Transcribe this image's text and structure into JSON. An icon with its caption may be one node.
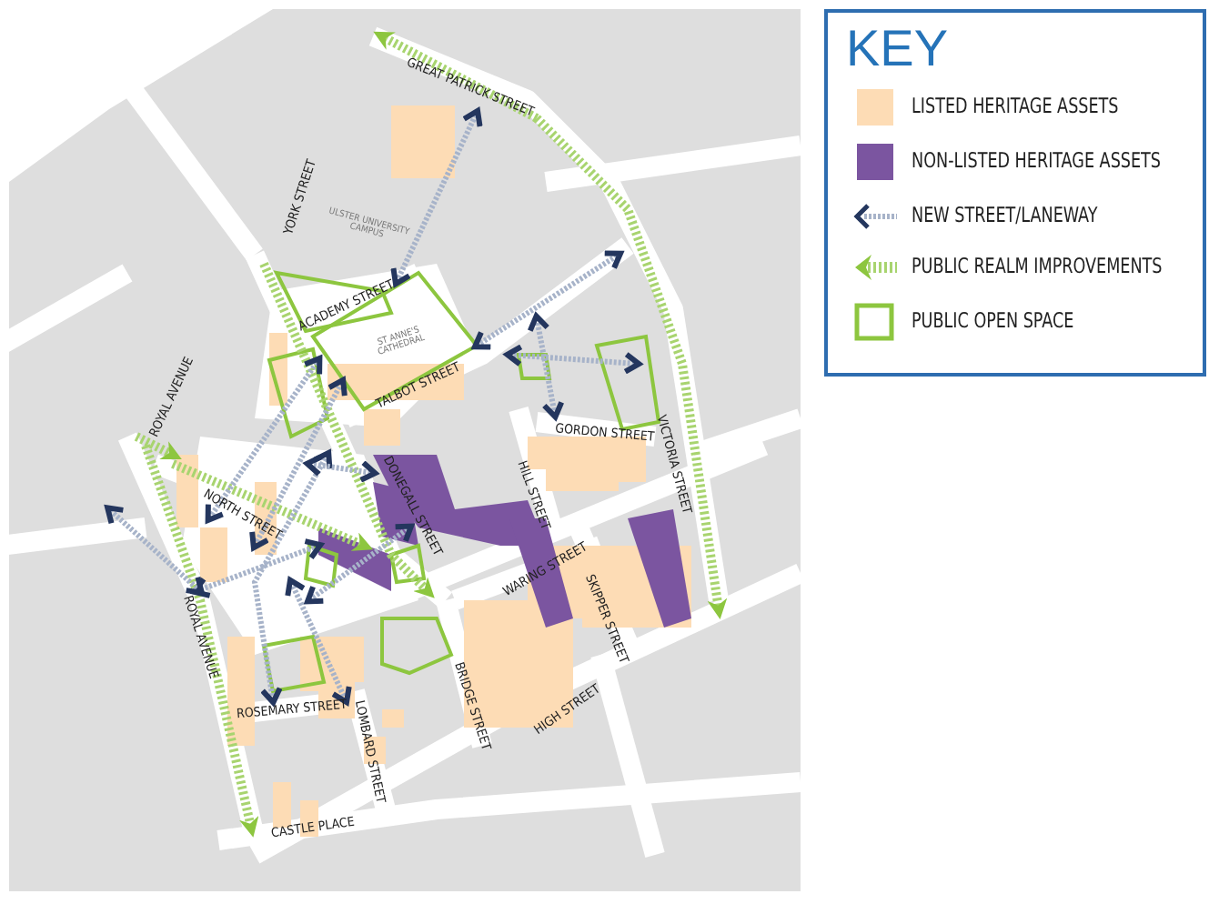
{
  "diagram": {
    "labels": [
      "GREAT PATRICK STREET",
      "YORK STREET",
      "ULSTER UNIVERSITY CAMPUS",
      "ACADEMY STREET",
      "ST ANNE'S CATHEDRAL",
      "TALBOT STREET",
      "ROYAL AVENUE",
      "GORDON STREET",
      "VICTORIA STREET",
      "NORTH STREET",
      "DONEGALL STREET",
      "HILL STREET",
      "WARING STREET",
      "SKIPPER STREET",
      "ROYAL AVENUE",
      "ROSEMARY STREET",
      "LOMBARD STREET",
      "BRIDGE STREET",
      "HIGH STREET",
      "CASTLE PLACE",
      "KEY"
    ],
    "legend": [
      {
        "text": "LISTED HERITAGE ASSETS",
        "color": "#fddcb5"
      },
      {
        "text": "NON-LISTED HERITAGE ASSETS",
        "color": "#7b55a0"
      },
      {
        "text": "NEW STREET/LANEWAY"
      },
      {
        "text": "PUBLIC REALM IMPROVEMENTS"
      },
      {
        "text": "PUBLIC OPEN SPACE"
      }
    ]
  }
}
